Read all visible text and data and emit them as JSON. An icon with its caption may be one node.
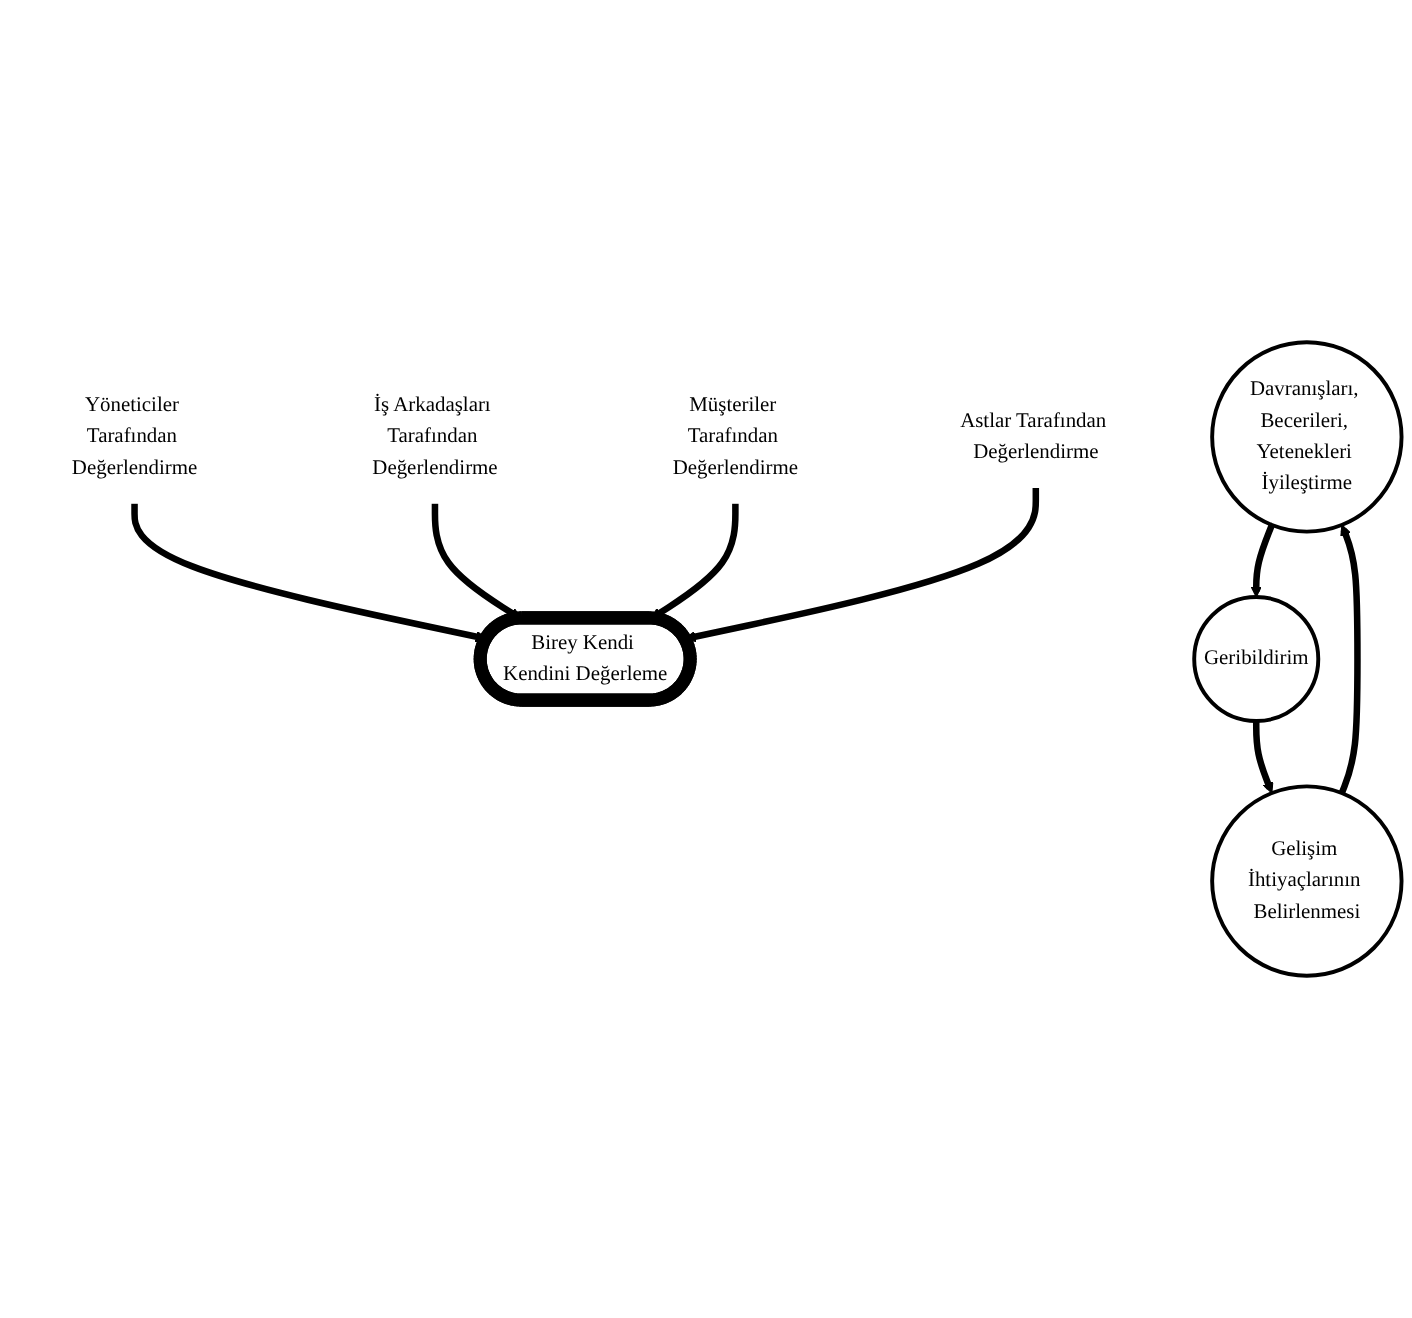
{
  "diagram": {
    "nodes": [
      {
        "text": [
          "Davranışları, Becerileri, Yetenekleri İyileştirme"
        ]
      },
      {
        "text": [
          "Yöneticiler Tarafından Değerlendirme"
        ]
      },
      {
        "text": [
          "İş Arkadaşları Tarafından Değerlendirme"
        ]
      },
      {
        "text": [
          "Birey Kendi Kendini Değerleme"
        ]
      },
      {
        "text": [
          "Müşteriler Tarafından Değerlendirme"
        ]
      },
      {
        "text": [
          "Gelişim İhtiyaçlarının Belirlenmesi"
        ]
      },
      {
        "text": [
          "Geribildirim"
        ]
      },
      {
        "text": [
          "Astlar Tarafından Değerlendirme"
        ]
      }
    ],
    "edges": [
      {
        "from": 0,
        "to": 6,
        "arrow": "to"
      },
      {
        "from": 6,
        "to": 5,
        "arrow": "to"
      },
      {
        "from": 5,
        "to": 0,
        "arrow": "to"
      },
      {
        "from": 1,
        "to": 3,
        "arrow": "to"
      },
      {
        "from": 2,
        "to": 3,
        "arrow": "to"
      },
      {
        "from": 4,
        "to": 3,
        "arrow": "to"
      },
      {
        "from": 7,
        "to": 3,
        "arrow": "to"
      }
    ]
  }
}
